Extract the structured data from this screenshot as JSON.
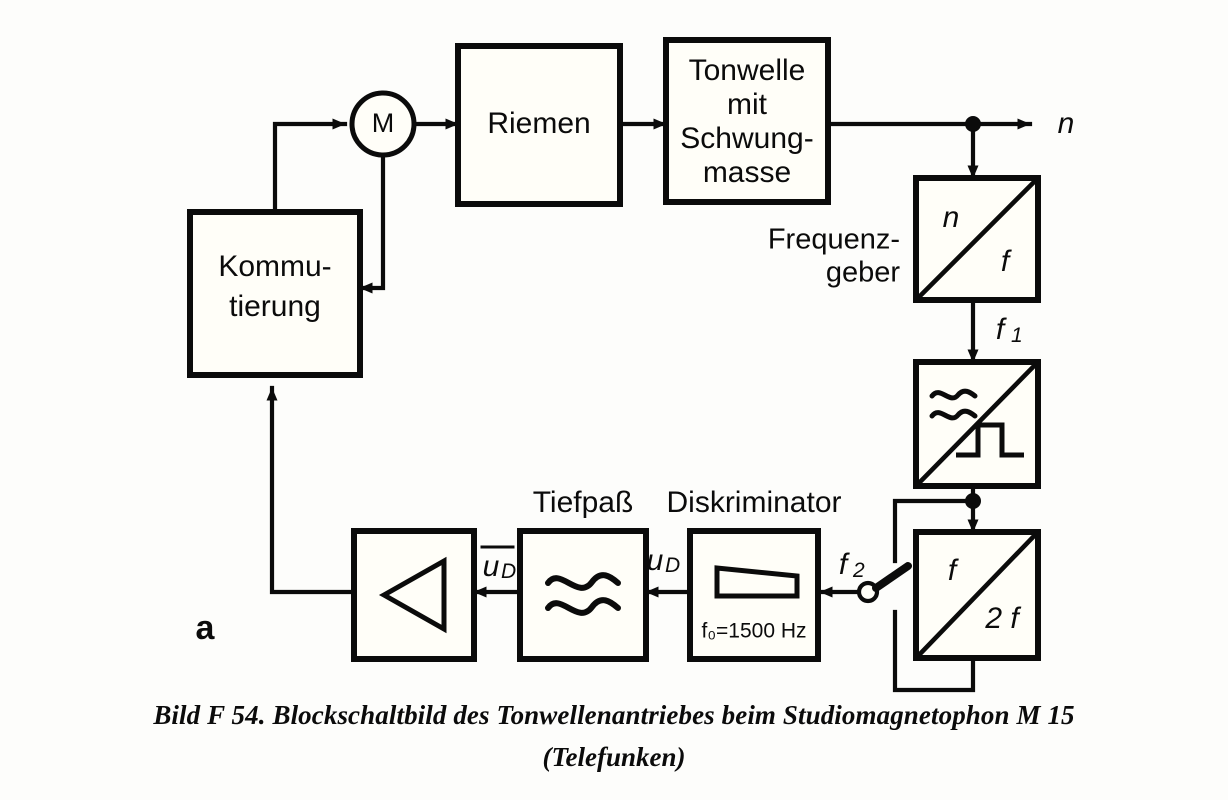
{
  "figure": {
    "subfigure_label": "a",
    "caption_line1": "Bild F 54.  Blockschaltbild des Tonwellenantriebes beim Studiomagnetophon M 15",
    "caption_line2": "(Telefunken)"
  },
  "blocks": {
    "motor": {
      "label": "M",
      "name": "motor"
    },
    "kommutierung": {
      "line1": "Kommu-",
      "line2": "tierung"
    },
    "riemen": {
      "label": "Riemen"
    },
    "tonwelle": {
      "line1": "Tonwelle",
      "line2": "mit",
      "line3": "Schwung-",
      "line4": "masse"
    },
    "frequenzgeber": {
      "caption_line1": "Frequenz-",
      "caption_line2": "geber",
      "in_label": "n",
      "out_label": "f"
    },
    "wandler": {
      "in_symbol": "sine-wave",
      "out_symbol": "square-pulse"
    },
    "verdoppler": {
      "in_label": "f",
      "out_label": "2 f"
    },
    "diskriminator": {
      "caption": "Diskriminator",
      "value": "f₀=1500 Hz",
      "symbol": "ramp-wedge"
    },
    "tiefpass": {
      "caption": "Tiefpaß",
      "symbol": "sine-wave"
    },
    "verstaerker": {
      "symbol": "amplifier-triangle"
    }
  },
  "signals": {
    "speed_out": "n",
    "f1": "f",
    "f1_sub": "1",
    "f2": "f",
    "f2_sub": "2",
    "ud_mean": "u",
    "ud_mean_sub": "D",
    "ud": "u",
    "ud_sub": "D"
  },
  "colors": {
    "ink": "#0b0b0b",
    "paper": "#fdfdfb",
    "block_fill": "#fffef8"
  }
}
